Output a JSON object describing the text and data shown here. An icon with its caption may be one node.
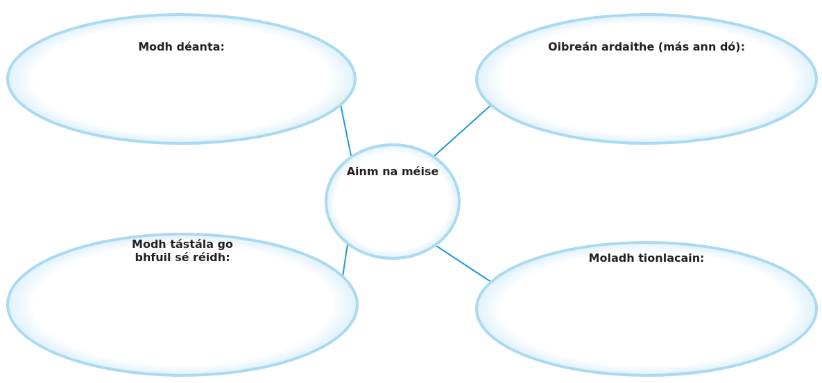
{
  "diagram": {
    "nodes": [
      {
        "text": [
          "Modh déanta:"
        ]
      },
      {
        "text": [
          "Oibreán ardaithe (más ann dó):"
        ]
      },
      {
        "text": [
          "Ainm na méise"
        ]
      },
      {
        "text": [
          "Modh tástála go bhfuil sé réidh:"
        ]
      },
      {
        "text": [
          "Moladh tionlacain:"
        ]
      }
    ],
    "edges": [
      {
        "from": 0,
        "to": 2,
        "arrow": "none"
      },
      {
        "from": 1,
        "to": 2,
        "arrow": "none"
      },
      {
        "from": 3,
        "to": 2,
        "arrow": "none"
      },
      {
        "from": 4,
        "to": 2,
        "arrow": "none"
      }
    ]
  }
}
